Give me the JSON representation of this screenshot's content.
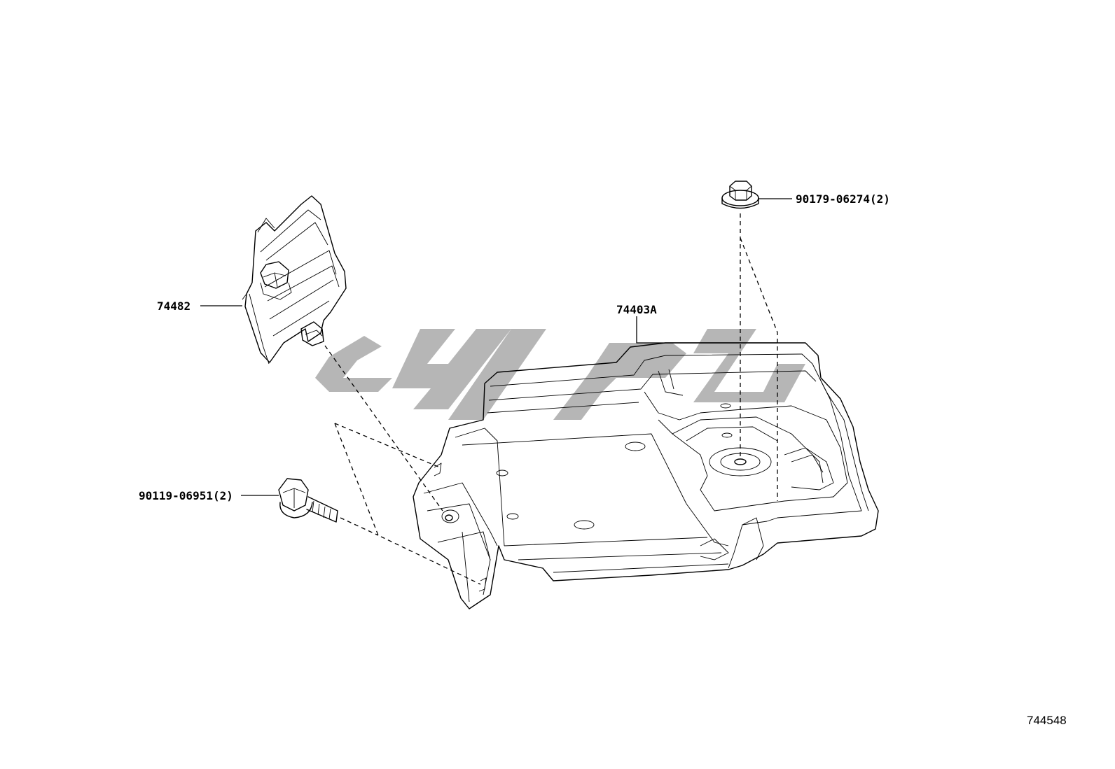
{
  "callouts": {
    "bracket": "74482",
    "tray": "74403A",
    "nut": "90179-06274(2)",
    "bolt": "90119-06951(2)"
  },
  "diagram_id": "744548",
  "colors": {
    "line": "#000000",
    "watermark": "#a9a9a9",
    "background": "#ffffff"
  }
}
